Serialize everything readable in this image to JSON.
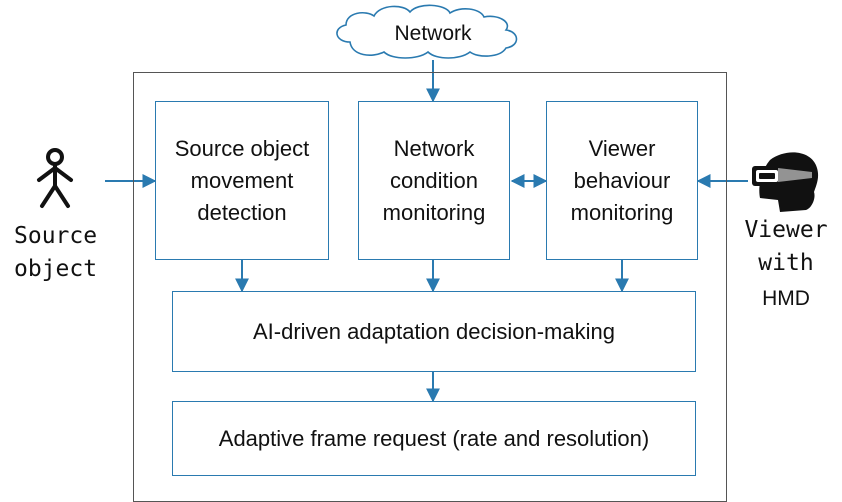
{
  "cloud": {
    "label": "Network"
  },
  "boxes": {
    "source_detection": {
      "label": "Source object movement detection"
    },
    "network_monitoring": {
      "label": "Network condition monitoring"
    },
    "viewer_monitoring": {
      "label": "Viewer behaviour monitoring"
    },
    "decision": {
      "label": "AI-driven adaptation decision-making"
    },
    "frame_request": {
      "label": "Adaptive frame request (rate and resolution)"
    }
  },
  "actors": {
    "source": {
      "line1": "Source",
      "line2": "object",
      "icon": "person-icon"
    },
    "viewer": {
      "line1": "Viewer",
      "line2": "with",
      "line3": "HMD",
      "icon": "hmd-viewer-icon"
    }
  },
  "colors": {
    "arrow": "#2a7ab0",
    "box_border": "#2a7ab0",
    "outer_border": "#555555",
    "cloud_stroke": "#2a7ab0"
  }
}
